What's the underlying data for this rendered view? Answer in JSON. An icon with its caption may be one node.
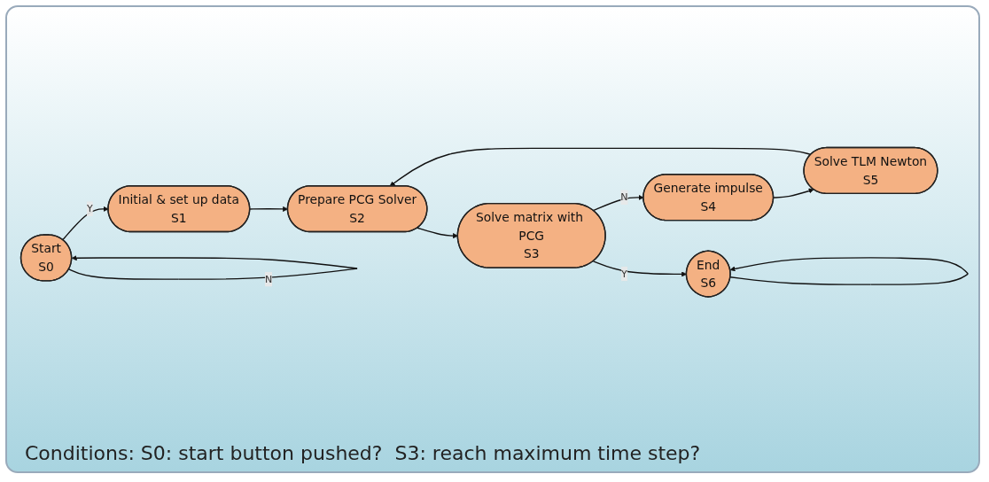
{
  "diagram": {
    "nodes": [
      {
        "text": [
          "Start",
          "S0"
        ]
      },
      {
        "text": [
          "Initial & set up data",
          "S1"
        ]
      },
      {
        "text": [
          "Prepare PCG Solver",
          "S2"
        ]
      },
      {
        "text": [
          "Solve matrix with PCG",
          "S3"
        ]
      },
      {
        "text": [
          "Generate impulse",
          "S4"
        ]
      },
      {
        "text": [
          "Solve TLM Newton",
          "S5"
        ]
      },
      {
        "text": [
          "End",
          "S6"
        ]
      }
    ],
    "edges": [
      {
        "from": 0,
        "to": 0,
        "arrow": "to",
        "label": "N"
      },
      {
        "from": 0,
        "to": 1,
        "arrow": "to",
        "label": "Y"
      },
      {
        "from": 1,
        "to": 2,
        "arrow": "to"
      },
      {
        "from": 2,
        "to": 3,
        "arrow": "to"
      },
      {
        "from": 3,
        "to": 4,
        "arrow": "to",
        "label": "N"
      },
      {
        "from": 3,
        "to": 6,
        "arrow": "to",
        "label": "Y"
      },
      {
        "from": 4,
        "to": 5,
        "arrow": "to"
      },
      {
        "from": 5,
        "to": 2,
        "arrow": "to"
      },
      {
        "from": 6,
        "to": 6,
        "arrow": "to"
      }
    ],
    "labels": [
      "Conditions: S0: start button pushed?  S3: reach maximum time step?"
    ]
  }
}
